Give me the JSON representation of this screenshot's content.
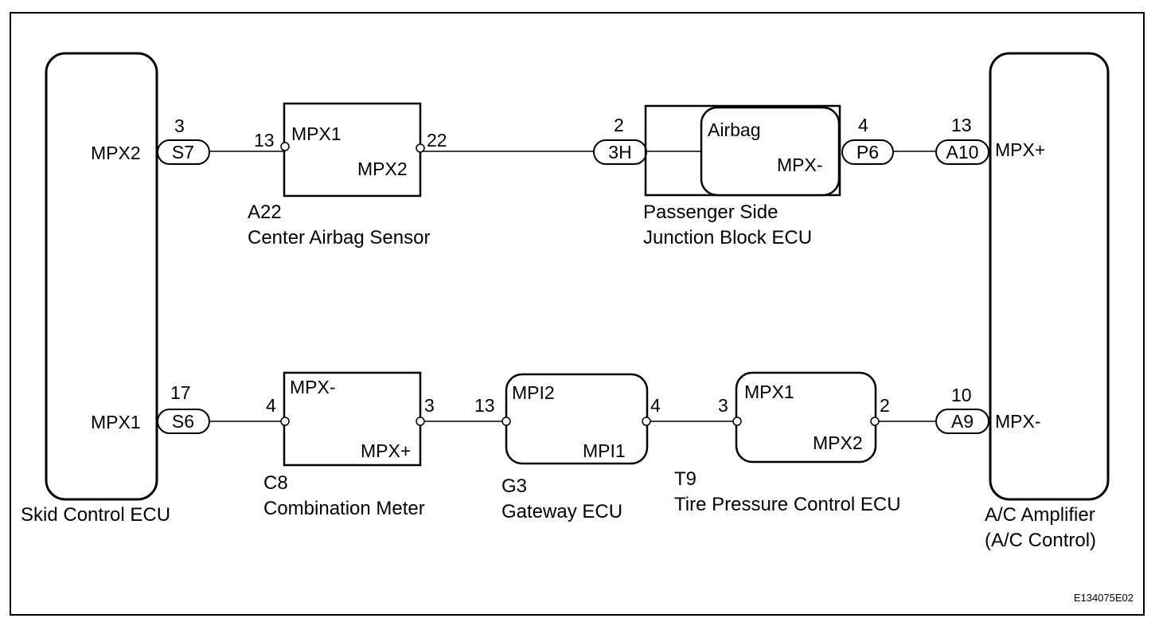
{
  "components": {
    "skid": {
      "name": "Skid Control ECU",
      "pin_upper": "MPX2",
      "pin_lower": "MPX1"
    },
    "ac": {
      "name_line1": "A/C Amplifier",
      "name_line2": "(A/C Control)",
      "pin_upper": "MPX+",
      "pin_lower": "MPX-"
    },
    "airbag_sensor": {
      "code": "A22",
      "name": "Center Airbag Sensor",
      "pin_left": "MPX1",
      "pin_right": "MPX2",
      "pin_left_no": "13",
      "pin_right_no": "22"
    },
    "jb": {
      "name_line1": "Passenger Side",
      "name_line2": "Junction Block ECU",
      "inner_label": "Airbag",
      "pin": "MPX-"
    },
    "meter": {
      "code": "C8",
      "name": "Combination Meter",
      "pin_left": "MPX-",
      "pin_right": "MPX+",
      "pin_left_no": "4",
      "pin_right_no": "3"
    },
    "gateway": {
      "code": "G3",
      "name": "Gateway ECU",
      "pin_left": "MPI2",
      "pin_right": "MPI1",
      "pin_left_no": "13",
      "pin_right_no": "4"
    },
    "tpms": {
      "code": "T9",
      "name": "Tire Pressure Control ECU",
      "pin_left": "MPX1",
      "pin_right": "MPX2",
      "pin_left_no": "3",
      "pin_right_no": "2"
    }
  },
  "connectors": {
    "s7": {
      "label": "S7",
      "pin": "3"
    },
    "s6": {
      "label": "S6",
      "pin": "17"
    },
    "h3": {
      "label": "3H",
      "pin": "2"
    },
    "p6": {
      "label": "P6",
      "pin": "4"
    },
    "a10": {
      "label": "A10",
      "pin": "13"
    },
    "a9": {
      "label": "A9",
      "pin": "10"
    }
  },
  "figure_ref": "E134075E02"
}
